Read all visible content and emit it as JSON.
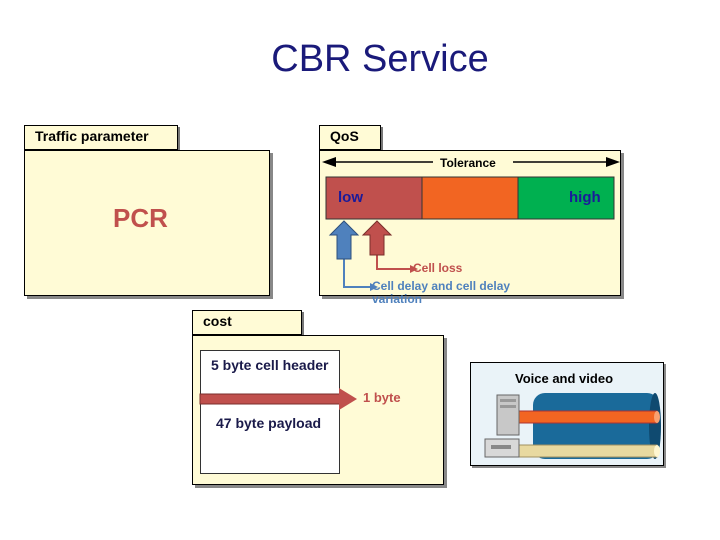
{
  "title": "CBR Service",
  "traffic": {
    "tab": "Traffic parameter",
    "value": "PCR"
  },
  "qos": {
    "tab": "QoS",
    "tolerance": "Tolerance",
    "low": "low",
    "high": "high",
    "cell_loss": "Cell loss",
    "cdv": "Cell delay and cell delay variation"
  },
  "cost": {
    "tab": "cost",
    "header": "5 byte cell header",
    "payload": "47 byte payload",
    "one_byte": "1 byte"
  },
  "media": {
    "label": "Voice and video"
  },
  "colors": {
    "title": "#1a1a7a",
    "bar_low": "#c0504d",
    "bar_mid": "#f26522",
    "bar_high": "#00b050",
    "arrow_blue": "#4f81bd",
    "arrow_red": "#c0504d",
    "panel": "#fffbd6"
  }
}
